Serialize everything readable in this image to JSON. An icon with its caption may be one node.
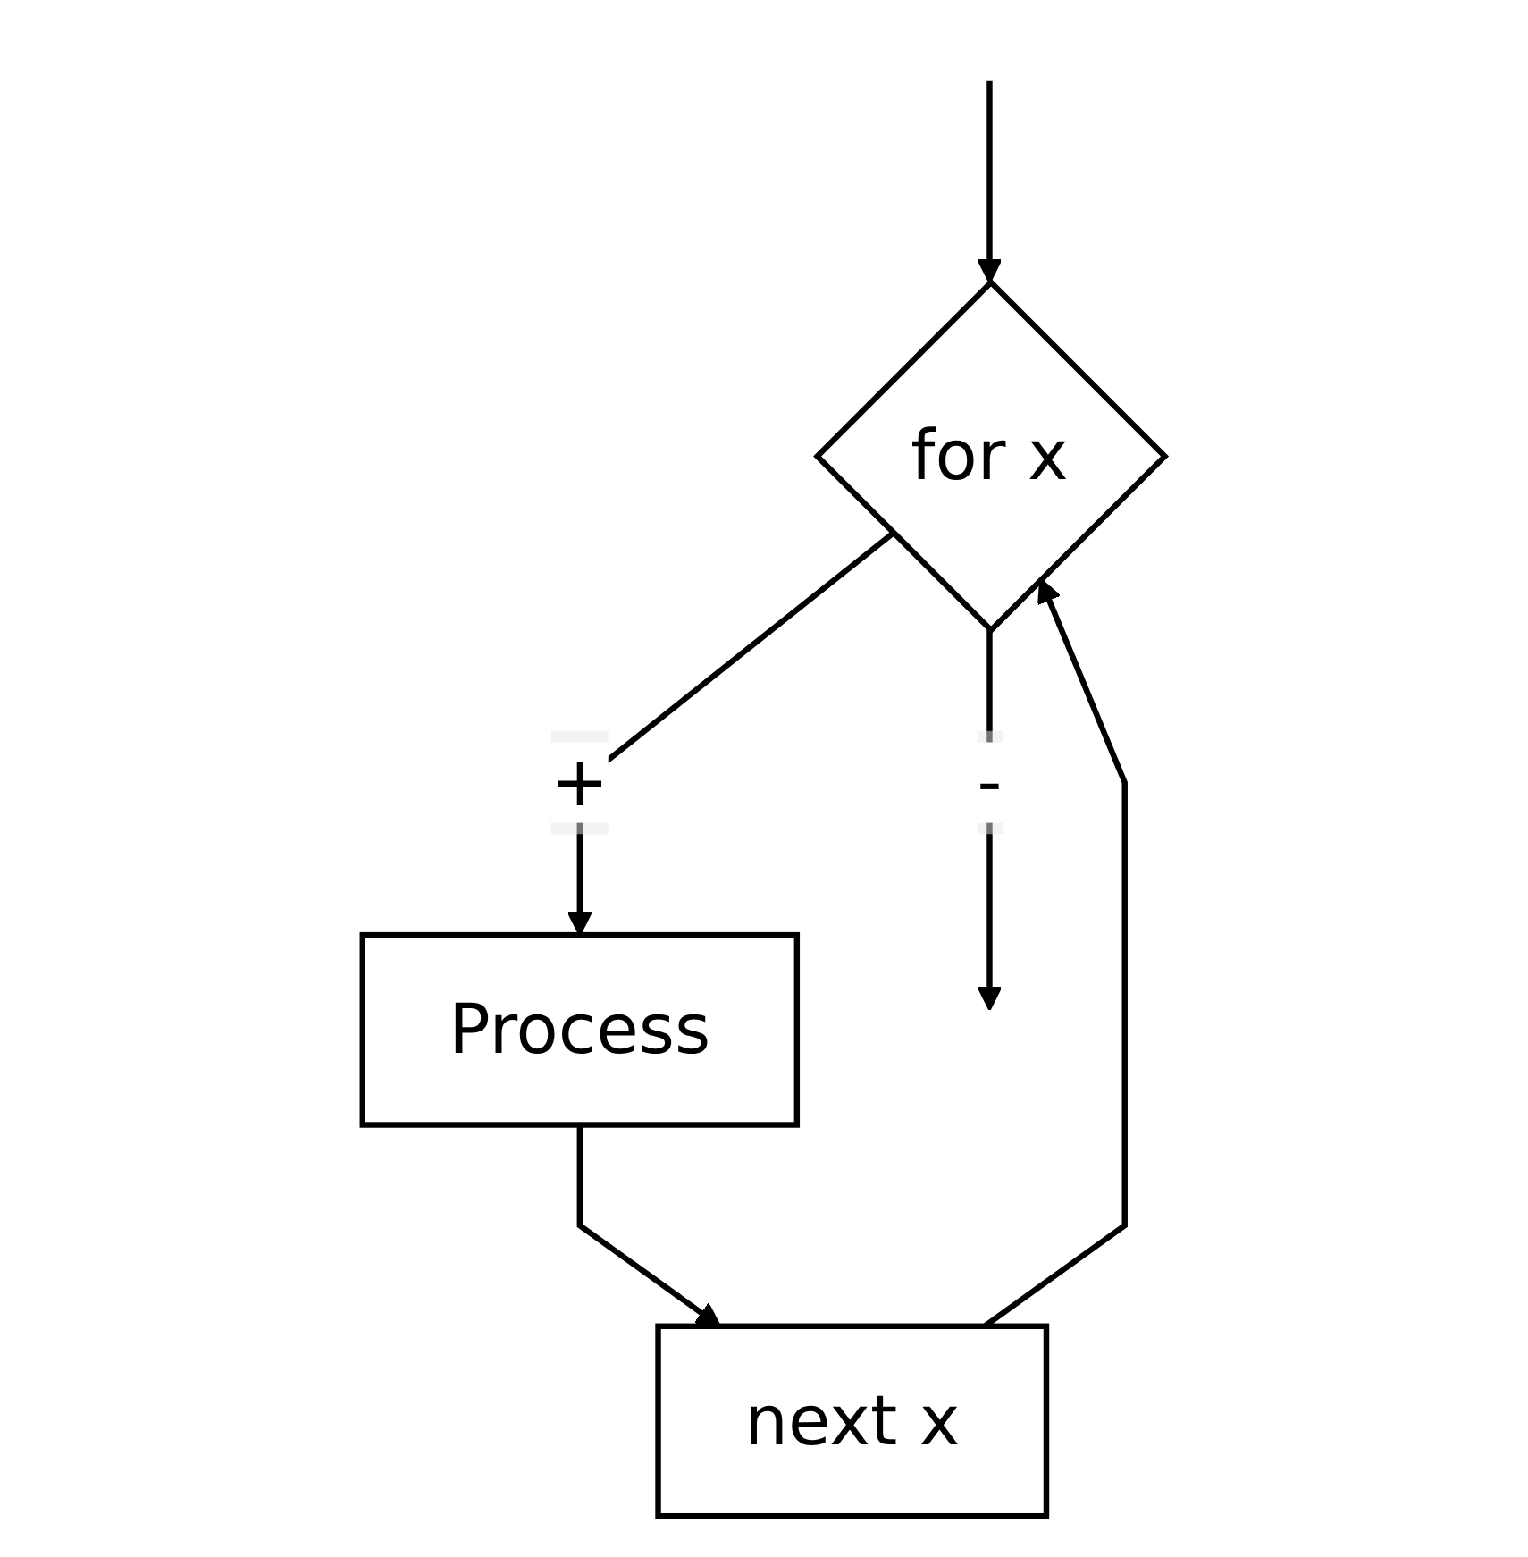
{
  "diagram": {
    "nodes": [
      {
        "text": [
          "for x"
        ]
      },
      {
        "text": [
          "Process"
        ]
      },
      {
        "text": [
          "next x"
        ]
      }
    ],
    "edges": [
      {
        "from": null,
        "to": 0,
        "arrow": "to"
      },
      {
        "from": 0,
        "to": 1,
        "arrow": "to",
        "label": "+"
      },
      {
        "from": 1,
        "to": 2,
        "arrow": "to"
      },
      {
        "from": 2,
        "to": 0,
        "arrow": "to"
      },
      {
        "from": 0,
        "to": null,
        "arrow": "to",
        "label": "-"
      }
    ]
  }
}
